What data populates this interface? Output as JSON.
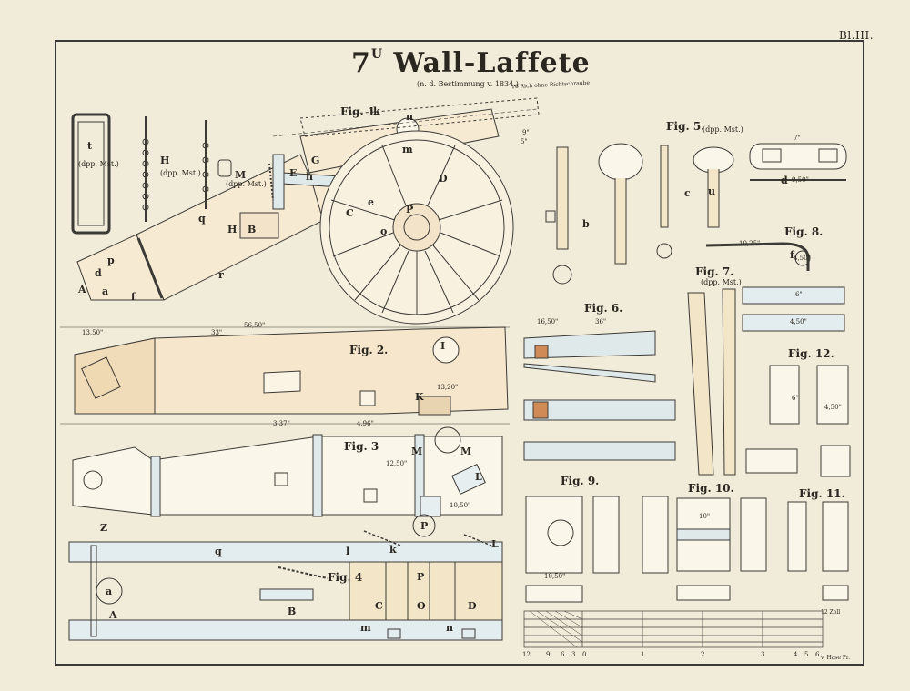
{
  "plate_number": "Bl.III.",
  "title": {
    "number": "7",
    "sup": "U",
    "name": "Wall-Laffete"
  },
  "subtitle": "(n. d. Bestimmung v. 1834.)",
  "note_top": "16 Rich ohne Richtschraube",
  "figures": [
    {
      "id": "fig1",
      "label": "Fig. 1."
    },
    {
      "id": "fig2",
      "label": "Fig. 2."
    },
    {
      "id": "fig3",
      "label": "Fig. 3"
    },
    {
      "id": "fig4",
      "label": "Fig. 4"
    },
    {
      "id": "fig5",
      "label": "Fig. 5.",
      "note": "(dpp. Mst.)"
    },
    {
      "id": "fig6",
      "label": "Fig. 6."
    },
    {
      "id": "fig7",
      "label": "Fig. 7.",
      "note": "(dpp. Mst.)"
    },
    {
      "id": "fig8",
      "label": "Fig. 8."
    },
    {
      "id": "fig9",
      "label": "Fig. 9."
    },
    {
      "id": "fig10",
      "label": "Fig. 10."
    },
    {
      "id": "fig11",
      "label": "Fig. 11."
    },
    {
      "id": "fig12",
      "label": "Fig. 12."
    }
  ],
  "detail_notes": {
    "t_note": "(dpp. Mst.)",
    "h_note": "(dpp. Mst.)",
    "m_note": "(dpp. Mst.)"
  },
  "letters": {
    "t": "t",
    "H1": "H",
    "H2": "H",
    "M1": "M",
    "B1": "B",
    "E": "E",
    "G": "G",
    "D1": "D",
    "C1": "C",
    "P1": "P",
    "q1": "q",
    "p1": "p",
    "A1": "A",
    "a1": "a",
    "r1": "r",
    "f1": "f",
    "d1": "d",
    "k1": "k",
    "m1": "m",
    "n1": "n",
    "h1": "h",
    "e1": "e",
    "o1": "o",
    "I": "I",
    "K": "K",
    "M3": "M",
    "M3b": "M",
    "L3": "L",
    "P3": "P",
    "Z": "Z",
    "A4": "A",
    "a4": "a",
    "B4": "B",
    "C4": "C",
    "O4": "O",
    "P4": "P",
    "D4": "D",
    "L4": "L",
    "q4": "q",
    "m4": "m",
    "n4": "n",
    "k4": "k",
    "l4": "l",
    "b5": "b",
    "c5": "c",
    "d5": "d",
    "u5": "u",
    "f8": "f"
  },
  "dimensions": {
    "d1": "56,50\"",
    "d2": "33\"",
    "d3": "13,50\"",
    "d4": "9\"",
    "d5": "5\"",
    "d6": "7\"",
    "d7": "9,50\"",
    "d8": "10,25\"",
    "d9": "4,50\"",
    "d10": "6\"",
    "d11": "10,50\"",
    "d12": "12,50\"",
    "d13": "4,50\"",
    "d14": "13,20\"",
    "d15": "3,37\"",
    "d16": "10\"",
    "d17": "16,50\"",
    "d18": "10,50\"",
    "d19": "6\"",
    "d20": "4,50\"",
    "d21": "36\"",
    "d22": "4,96\""
  },
  "scale": {
    "unit_label": "12 Zoll",
    "ticks": [
      "12",
      "9",
      "6",
      "3",
      "0",
      "1",
      "2",
      "3",
      "4",
      "5",
      "6"
    ]
  },
  "credit": "v. Hase Pr.",
  "colors": {
    "paper": "#f1ecd9",
    "ink": "#3c3a36",
    "wood": "#f3e3c8",
    "iron": "#d8e4e6",
    "copper": "#d08a55"
  }
}
